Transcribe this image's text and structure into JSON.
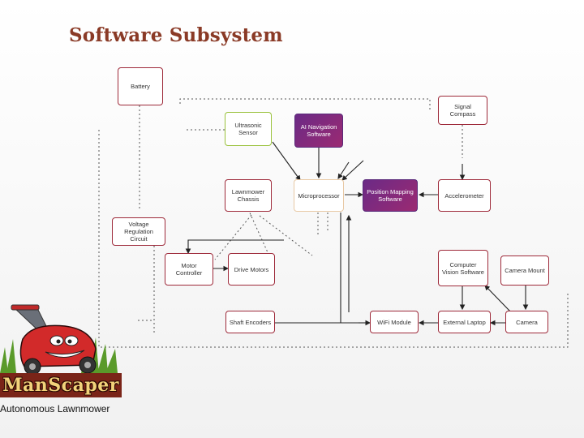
{
  "title": "Software Subsystem",
  "nodes": {
    "battery": "Battery",
    "ultrasonic": "Ultrasonic Sensor",
    "ai_nav": "AI Navigation Software",
    "signal_compass": "Signal Compass",
    "lawnmower_chassis": "Lawnmower Chassis",
    "microprocessor": "Microprocessor",
    "position_mapping": "Position Mapping Software",
    "accelerometer": "Accelerometer",
    "voltage_reg": "Voltage Regulation Circuit",
    "motor_controller": "Motor Controller",
    "drive_motors": "Drive Motors",
    "cv_software": "Computer Vision Software",
    "camera_mount": "Camera Mount",
    "shaft_encoders": "Shaft Encoders",
    "wifi_module": "WiFi Module",
    "external_laptop": "External Laptop",
    "camera": "Camera"
  },
  "logo": {
    "brand": "ManScaper",
    "tagline": "Autonomous Lawnmower"
  },
  "colors": {
    "title": "#8a3a26",
    "node_border": "#9e2a3a",
    "green_border": "#9ac23c",
    "purple_fill": "#7a2a80"
  }
}
